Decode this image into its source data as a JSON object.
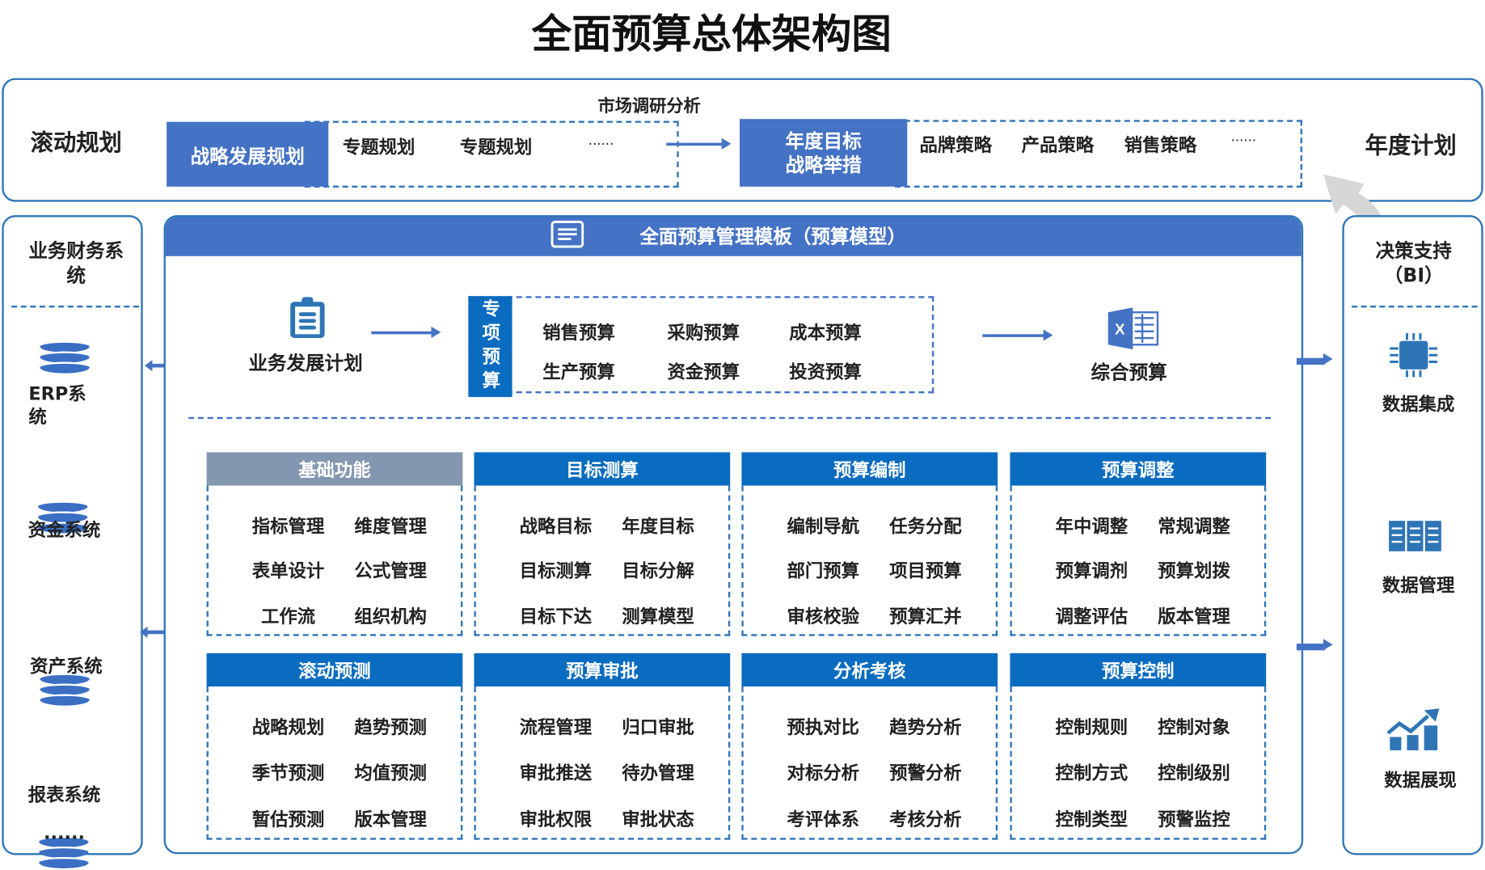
{
  "title": "全面预算总体架构图",
  "top": {
    "left_label": "滚动规划",
    "strategy": "战略发展规划",
    "topics": [
      "专题规划",
      "专题规划"
    ],
    "ellipsis1": "......",
    "market": "市场调研分析",
    "annual_target": [
      "年度目标",
      "战略举措"
    ],
    "strategies": [
      "品牌策略",
      "产品策略",
      "销售策略"
    ],
    "ellipsis2": "......",
    "right_label": "年度计划"
  },
  "left": {
    "title": "业务财务系统",
    "systems": [
      "ERP系统",
      "资金系统",
      "资产系统",
      "报表系统"
    ],
    "ellipsis": "......"
  },
  "center": {
    "header": "全面预算管理模板（预算模型）",
    "plan": "业务发展计划",
    "special": "专项预算",
    "budgets": [
      "销售预算",
      "采购预算",
      "成本预算",
      "生产预算",
      "资金预算",
      "投资预算"
    ],
    "combined": "综合预算",
    "modules": [
      {
        "title": "基础功能",
        "items": [
          "指标管理",
          "维度管理",
          "表单设计",
          "公式管理",
          "工作流",
          "组织机构"
        ]
      },
      {
        "title": "目标测算",
        "items": [
          "战略目标",
          "年度目标",
          "目标测算",
          "目标分解",
          "目标下达",
          "测算模型"
        ]
      },
      {
        "title": "预算编制",
        "items": [
          "编制导航",
          "任务分配",
          "部门预算",
          "项目预算",
          "审核校验",
          "预算汇并"
        ]
      },
      {
        "title": "预算调整",
        "items": [
          "年中调整",
          "常规调整",
          "预算调剂",
          "预算划拨",
          "调整评估",
          "版本管理"
        ]
      },
      {
        "title": "滚动预测",
        "items": [
          "战略规划",
          "趋势预测",
          "季节预测",
          "均值预测",
          "暂估预测",
          "版本管理"
        ]
      },
      {
        "title": "预算审批",
        "items": [
          "流程管理",
          "归口审批",
          "审批推送",
          "待办管理",
          "审批权限",
          "审批状态"
        ]
      },
      {
        "title": "分析考核",
        "items": [
          "预执对比",
          "趋势分析",
          "对标分析",
          "预警分析",
          "考评体系",
          "考核分析"
        ]
      },
      {
        "title": "预算控制",
        "items": [
          "控制规则",
          "控制对象",
          "控制方式",
          "控制级别",
          "控制类型",
          "预警监控"
        ]
      }
    ]
  },
  "right": {
    "title": "决策支持（BI）",
    "items": [
      "数据集成",
      "数据管理",
      "数据展现"
    ]
  }
}
